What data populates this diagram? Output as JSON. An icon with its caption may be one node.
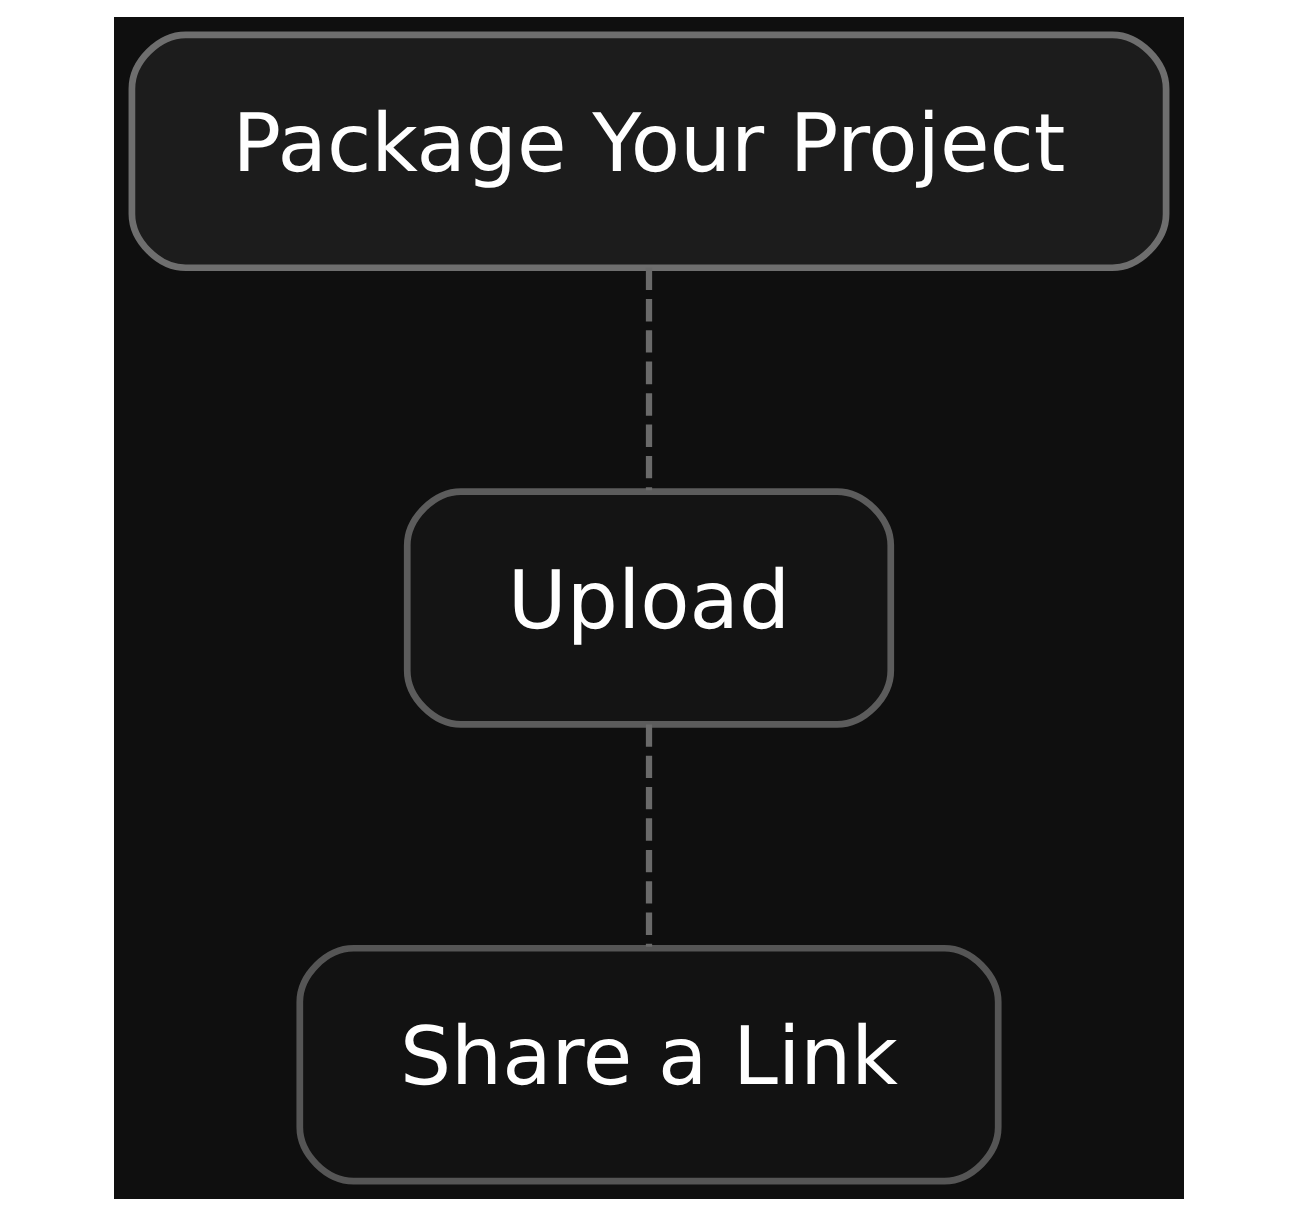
{
  "diagram": {
    "nodes": [
      {
        "text": [
          "Package Your Project"
        ]
      },
      {
        "text": [
          "Upload"
        ]
      },
      {
        "text": [
          "Share a Link"
        ]
      }
    ],
    "edges": [
      {
        "from": 0,
        "to": 1,
        "arrow": "none",
        "style": "dashed"
      },
      {
        "from": 1,
        "to": 2,
        "arrow": "none",
        "style": "dashed"
      }
    ]
  }
}
